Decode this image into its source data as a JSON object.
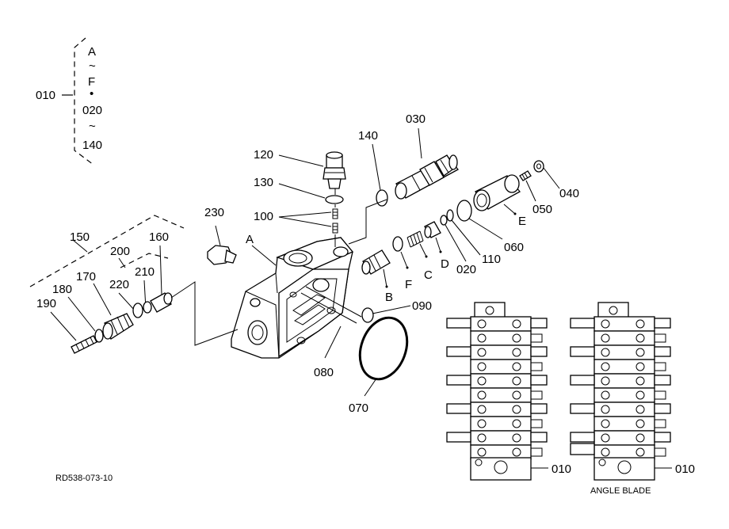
{
  "set_bracket": {
    "label": "010",
    "range_top": "A",
    "tilde_1": "~",
    "range_mid": "F",
    "dot": "•",
    "range_lower_start": "020",
    "tilde_2": "~",
    "range_lower_end": "140"
  },
  "callouts": {
    "c030": "030",
    "c140": "140",
    "c120": "120",
    "c130": "130",
    "c100": "100",
    "c230": "230",
    "cA": "A",
    "c150": "150",
    "c160": "160",
    "c200": "200",
    "c170": "170",
    "c210": "210",
    "c220": "220",
    "c180": "180",
    "c190": "190",
    "cB": "B",
    "cF": "F",
    "cC": "C",
    "cD": "D",
    "c020": "020",
    "c110": "110",
    "c060": "060",
    "cE": "E",
    "c050": "050",
    "c040": "040",
    "c090": "090",
    "c080": "080",
    "c070": "070"
  },
  "valve_stacks": {
    "left_label": "010",
    "right_label": "010",
    "right_caption": "ANGLE BLADE"
  },
  "drawing_number": "RD538-073-10"
}
